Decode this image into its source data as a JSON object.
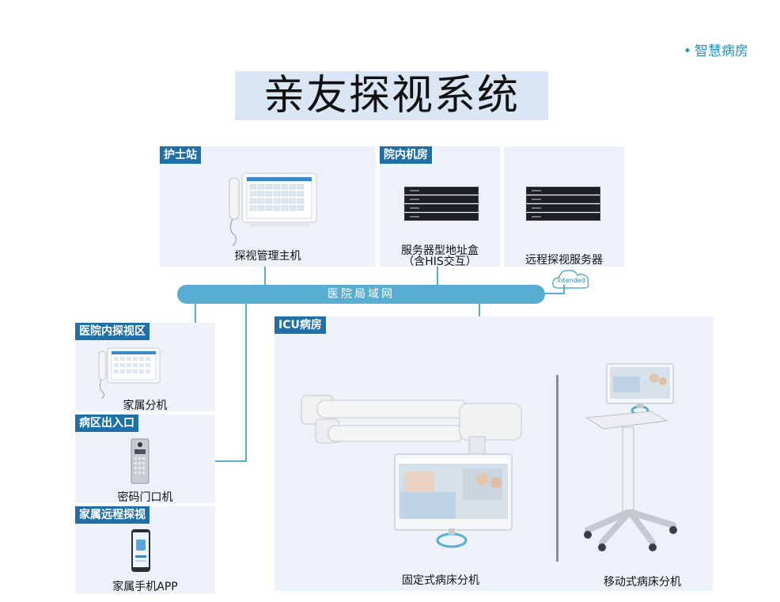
{
  "header": {
    "section": "智慧病房",
    "title": "亲友探视系统"
  },
  "network": {
    "lan_label": "医院局域网",
    "cloud_label": "intended"
  },
  "panels": {
    "nurse_station": {
      "tag": "护士站",
      "device": "探视管理主机"
    },
    "server_room": {
      "tag": "院内机房",
      "device_line1": "服务器型地址盒",
      "device_line2": "（含HIS交互）"
    },
    "remote_server": {
      "device": "远程探视服务器"
    },
    "visit_area": {
      "tag": "医院内探视区",
      "device": "家属分机"
    },
    "ward_entrance": {
      "tag": "病区出入口",
      "device": "密码门口机"
    },
    "remote_family": {
      "tag": "家属远程探视",
      "device": "家属手机APP"
    },
    "icu": {
      "tag": "ICU病房",
      "fixed_device": "固定式病床分机",
      "mobile_device": "移动式病床分机"
    }
  },
  "colors": {
    "accent": "#1f6fa8",
    "network_line": "#58aed0",
    "panel_bg": "#edf2f8",
    "title_bg": "#dbe6f4"
  }
}
